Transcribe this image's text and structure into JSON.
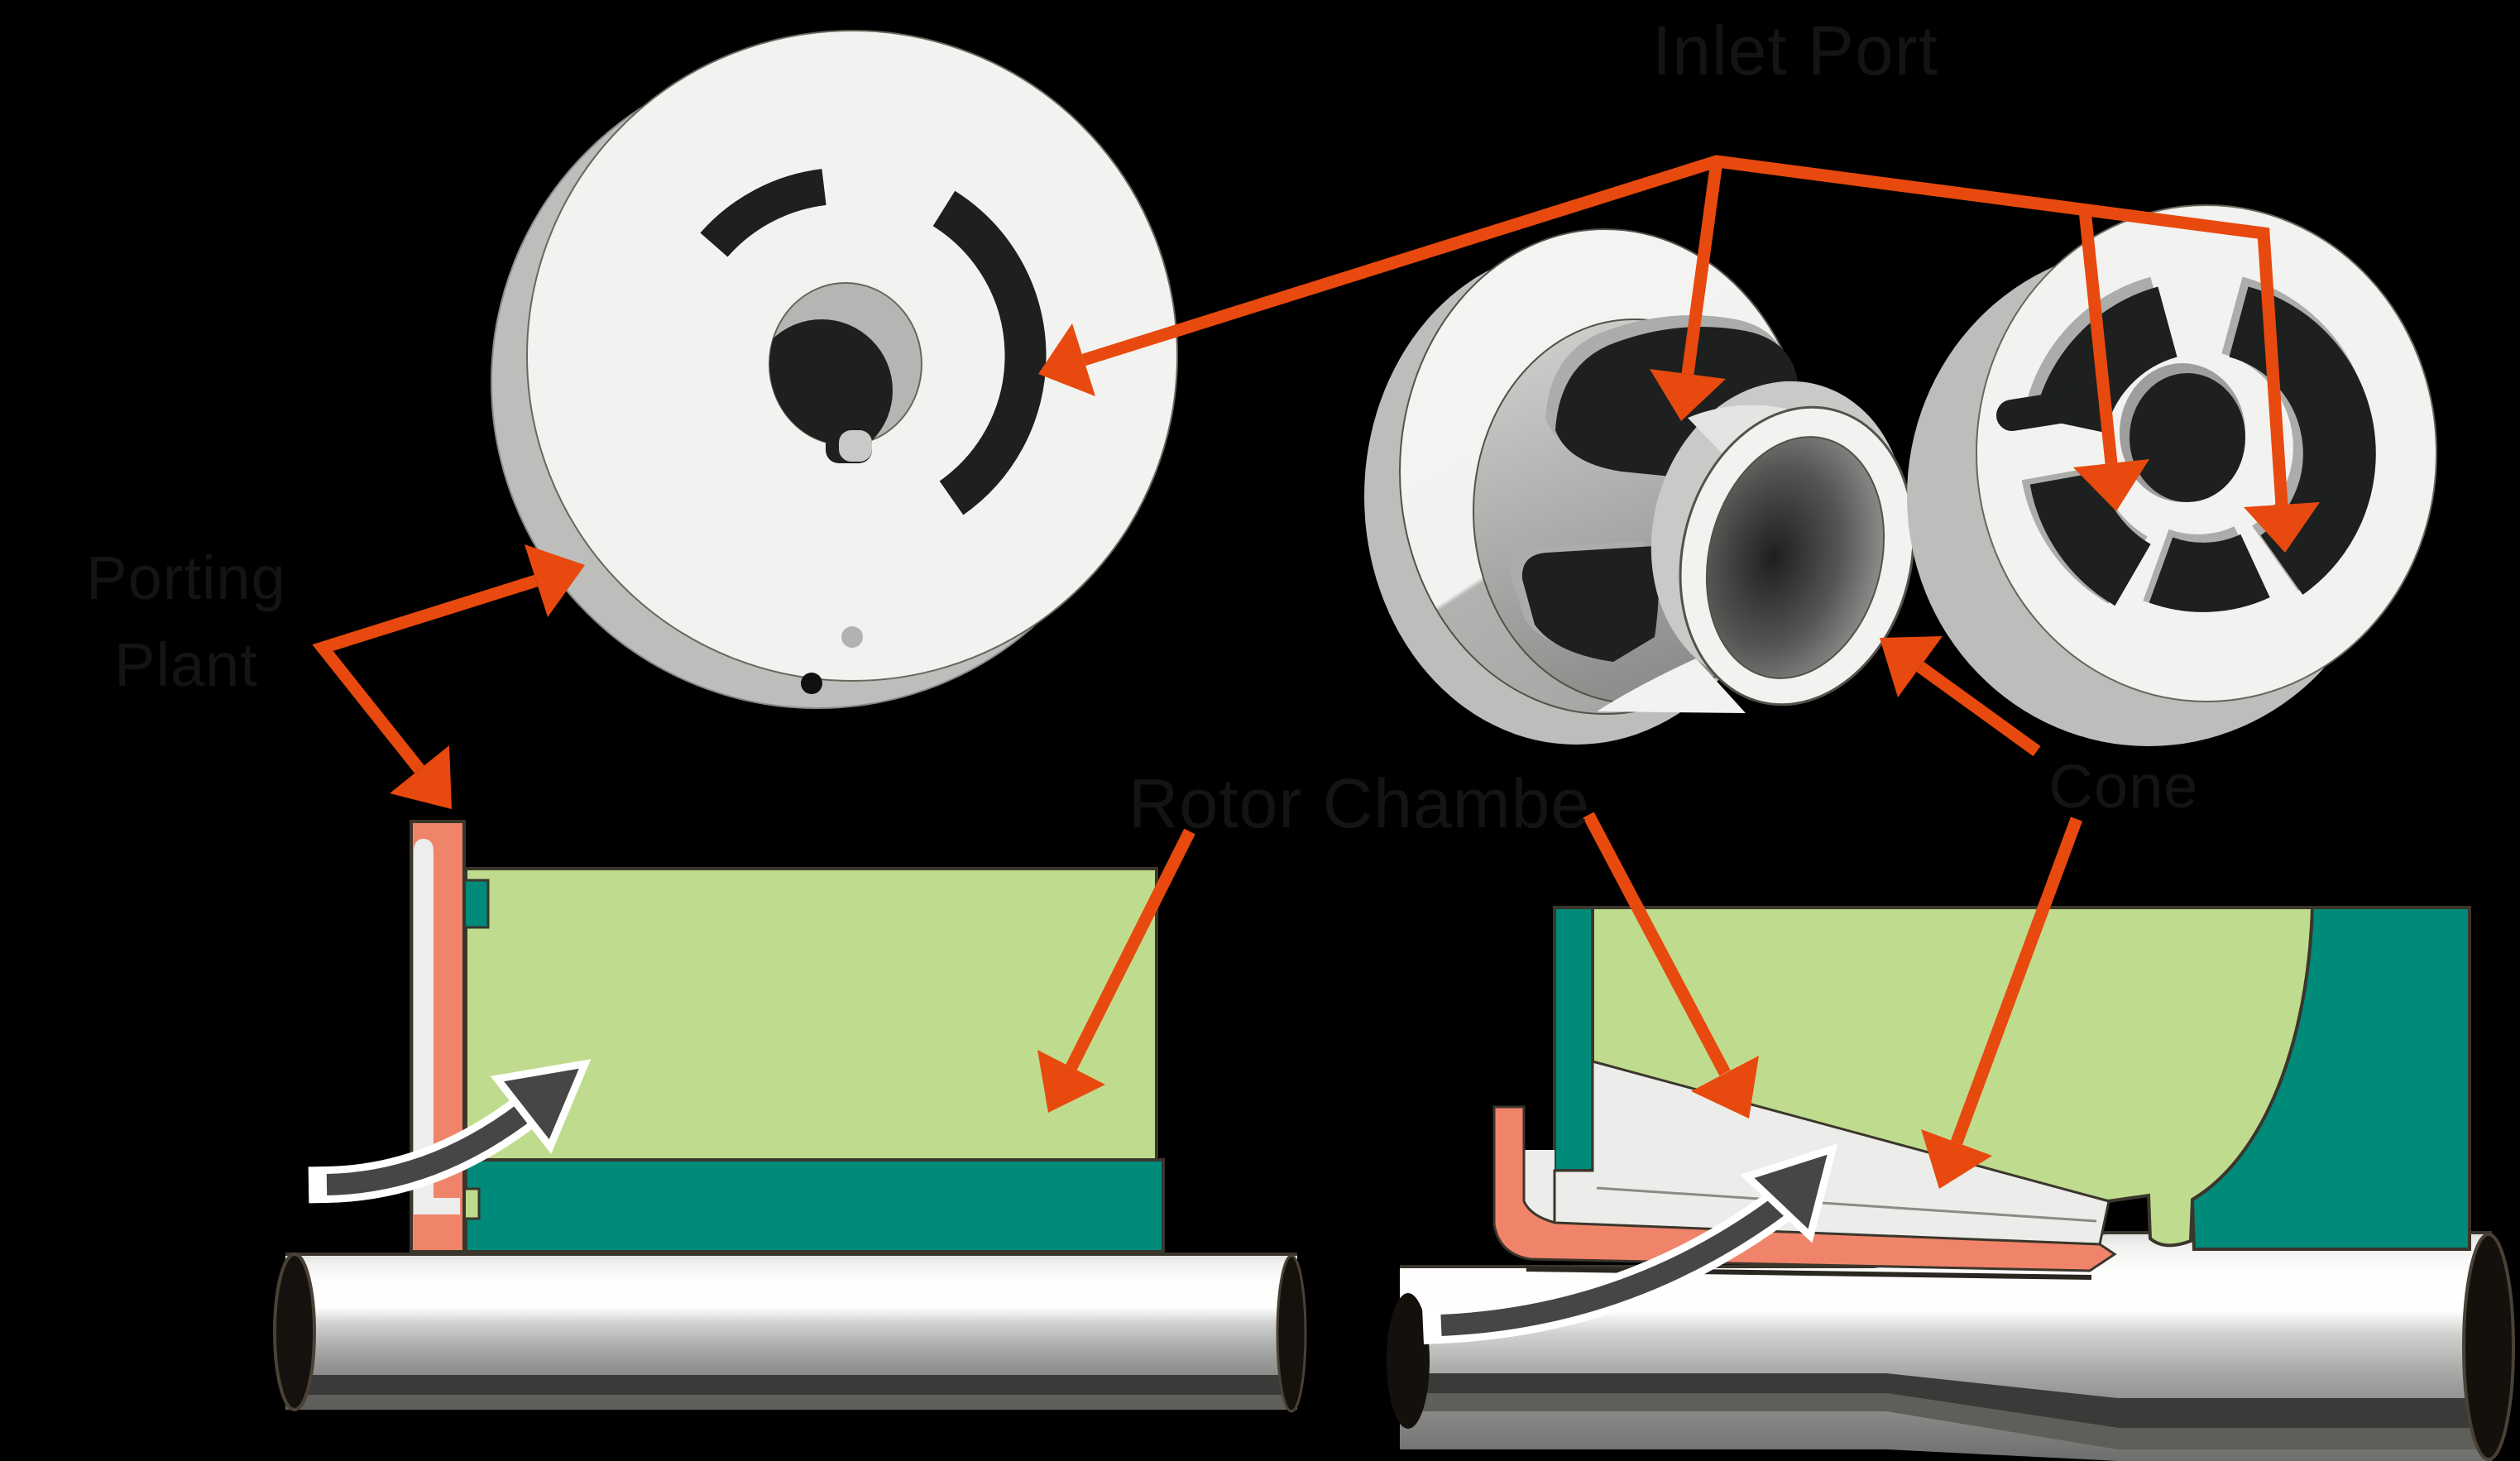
{
  "labels": {
    "inlet_port": "Inlet Port",
    "porting_plant": {
      "line1": "Porting",
      "line2": "Plant"
    },
    "rotor_chamber": "Rotor Chambe",
    "cone": "Cone"
  },
  "colors": {
    "background": "#000000",
    "label_text": "#141414",
    "arrow_orange": "#E8490E",
    "flow_arrow_dark": "#464646",
    "flow_arrow_casing": "#FFFFFF",
    "salmon": "#F0846A",
    "light_green": "#BFDC8E",
    "teal": "#008A7A",
    "disc_white": "#F2F2F0",
    "disc_shadow": "#BDBDBB",
    "recess_gray": "#C9C9C7",
    "port_dark": "#1D201F",
    "port_rim_gray": "#ACACAA",
    "outline_dark": "#3B362C",
    "channel_white": "#EDEDEB",
    "cone_face": "#ECECEA"
  }
}
